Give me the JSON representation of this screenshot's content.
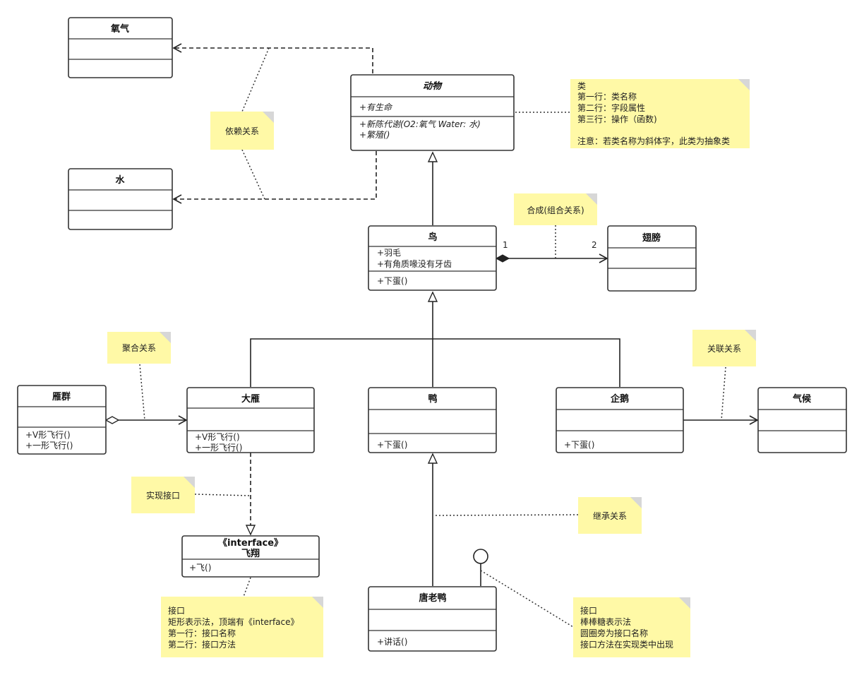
{
  "classes": {
    "oxygen": {
      "name": "氧气"
    },
    "water": {
      "name": "水"
    },
    "animal": {
      "name": "动物",
      "attr1": "+有生命",
      "op1": "+新陈代谢(O2:氧气  Water: 水)",
      "op2": "+繁殖()"
    },
    "bird": {
      "name": "鸟",
      "attr1": "+羽毛",
      "attr2": "+有角质喙没有牙齿",
      "op1": "+下蛋()"
    },
    "wing": {
      "name": "翅膀"
    },
    "flock": {
      "name": "雁群",
      "op1": "+V形飞行()",
      "op2": "+一形飞行()"
    },
    "goose": {
      "name": "大雁",
      "op1": "+V形飞行()",
      "op2": "+一形飞行()"
    },
    "duck": {
      "name": "鸭",
      "op1": "+下蛋()"
    },
    "penguin": {
      "name": "企鹅",
      "op1": "+下蛋()"
    },
    "climate": {
      "name": "气候"
    },
    "fly": {
      "stereotype": "《interface》",
      "name": "飞翔",
      "op1": "+飞()"
    },
    "donald": {
      "name": "唐老鸭",
      "op1": "+讲话()"
    }
  },
  "multiplicity": {
    "bird_end": "1",
    "wing_end": "2"
  },
  "notes": {
    "dependency": {
      "line1": "依赖关系"
    },
    "class_note": {
      "line1": "类",
      "line2": "第一行：类名称",
      "line3": "第二行：字段属性",
      "line4": "第三行：操作（函数)",
      "line5": "注意：若类名称为斜体字，此类为抽象类"
    },
    "composition": {
      "line1": "合成(组合关系)"
    },
    "aggregation": {
      "line1": "聚合关系"
    },
    "association": {
      "line1": "关联关系"
    },
    "realization": {
      "line1": "实现接口"
    },
    "inheritance": {
      "line1": "继承关系"
    },
    "interface_rect": {
      "line1": "接口",
      "line2": "矩形表示法，顶端有《interface》",
      "line3": "第一行：接口名称",
      "line4": "第二行：接口方法"
    },
    "interface_lollipop": {
      "line1": "接口",
      "line2": "棒棒糖表示法",
      "line3": "圆圈旁为接口名称",
      "line4": "接口方法在实现类中出现"
    }
  },
  "colors": {
    "note_fill": "#fff9a6",
    "note_fold": "#d7d7d7",
    "line": "#222222"
  }
}
